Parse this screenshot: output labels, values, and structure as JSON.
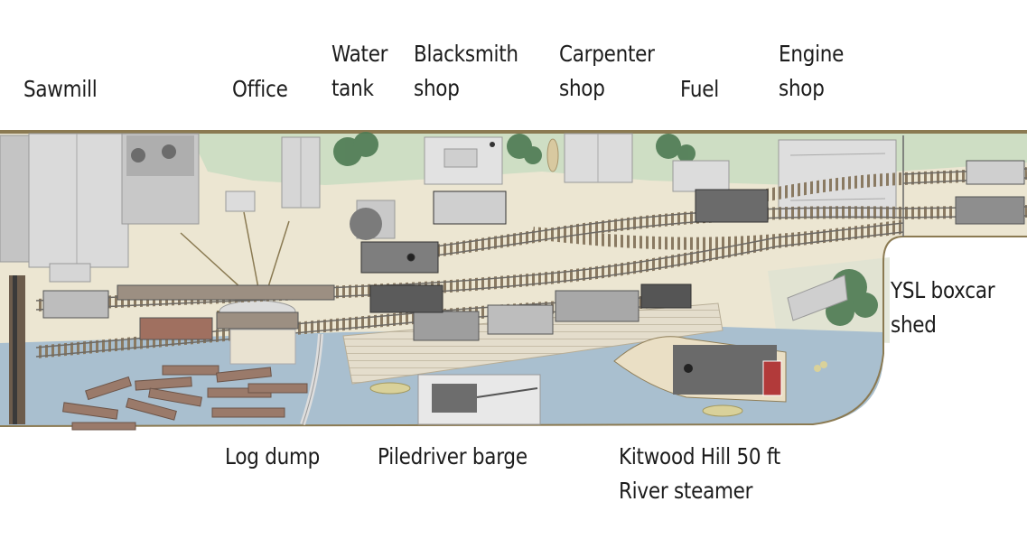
{
  "labels": {
    "sawmill": "Sawmill",
    "office": "Office",
    "water_tank": [
      "Water",
      "tank"
    ],
    "blacksmith_shop": [
      "Blacksmith",
      "shop"
    ],
    "carpenter_shop": [
      "Carpenter",
      "shop"
    ],
    "fuel": "Fuel",
    "engine_shop": [
      "Engine",
      "shop"
    ],
    "boxcar_shed": [
      "YSL boxcar",
      "shed"
    ],
    "log_dump": "Log dump",
    "piledriver_barge": "Piledriver barge",
    "river_steamer": [
      "Kitwood Hill 50 ft",
      "River steamer"
    ]
  },
  "colors": {
    "ground": "#ece6d2",
    "grass": "#c9dcc2",
    "water": "#a9bfcf",
    "shore_edge": "#8b7a52",
    "building_roof": "#cfcfcf",
    "track_tie": "#8a7a62",
    "rail": "#6e6a64",
    "dock": "#e4ddcc",
    "trees": "#4d7a52"
  },
  "icons": [
    "tree-icon",
    "locomotive-icon",
    "boxcar-icon",
    "flatcar-icon",
    "log-icon",
    "boat-icon",
    "crane-icon"
  ]
}
